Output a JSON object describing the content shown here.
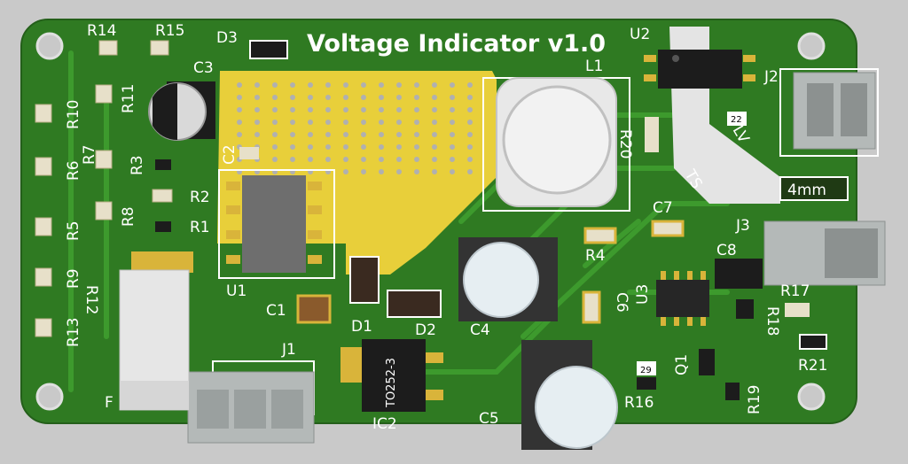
{
  "board": {
    "title": "Voltage Indicator v1.0",
    "colors": {
      "background": "#c9c9c9",
      "soldermask": "#2f7a22",
      "copper_pour": "#e8cf3a",
      "silkscreen": "#ffffff",
      "pad": "#d9b43a"
    }
  },
  "designators": {
    "R14": "R14",
    "R15": "R15",
    "D3": "D3",
    "C3": "C3",
    "U2": "U2",
    "L1": "L1",
    "J2": "J2",
    "R10": "R10",
    "R11": "R11",
    "R6": "R6",
    "R7": "R7",
    "R3": "R3",
    "C2": "C2",
    "R2": "R2",
    "R8": "R8",
    "R1": "R1",
    "R5": "R5",
    "R9": "R9",
    "R12": "R12",
    "R13": "R13",
    "U1": "U1",
    "C1": "C1",
    "D1": "D1",
    "D2": "D2",
    "C4": "C4",
    "R4": "R4",
    "C6": "C6",
    "U3": "U3",
    "C7": "C7",
    "C8": "C8",
    "J3": "J3",
    "R17": "R17",
    "R18": "R18",
    "R20": "R20",
    "TS": "TS",
    "LV": "LV",
    "J1": "J1",
    "F": "F",
    "IC2": "IC2",
    "C5": "C5",
    "R16": "R16",
    "Q1": "Q1",
    "R19": "R19",
    "R21": "R21"
  },
  "markings": {
    "package_ic2": "TO252-3",
    "slot_label": "4mm",
    "tag_j2": "22",
    "tag_r16": "29"
  }
}
